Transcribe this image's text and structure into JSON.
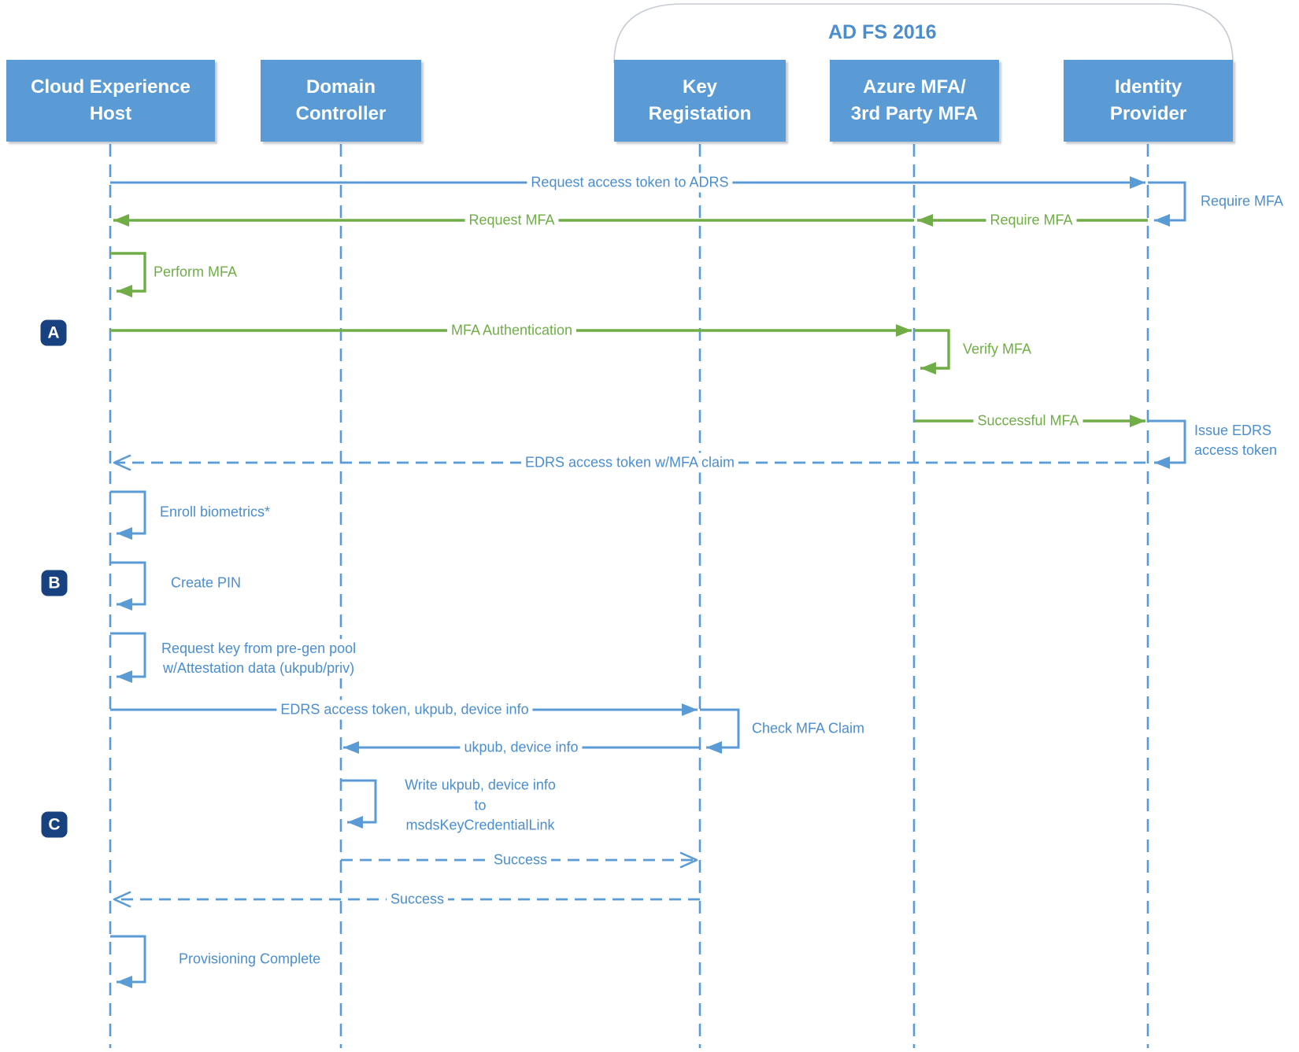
{
  "diagram": {
    "group_label": "AD FS 2016",
    "colors": {
      "actor_fill": "#5b9bd5",
      "blue_line": "#5b9bd5",
      "green_line": "#70ad47",
      "badge_fill": "#17417f"
    },
    "actors": {
      "cloud_experience_host": "Cloud Experience\nHost",
      "domain_controller": "Domain\nController",
      "key_registration": "Key\nRegistation",
      "azure_mfa": "Azure MFA/\n3rd Party MFA",
      "identity_provider": "Identity\nProvider"
    },
    "badges": {
      "a": "A",
      "b": "B",
      "c": "C"
    },
    "messages": {
      "request_access_token": "Request access token to ADRS",
      "require_mfa_note": "Require MFA",
      "require_mfa": "Require MFA",
      "request_mfa": "Request MFA",
      "perform_mfa": "Perform MFA",
      "mfa_authentication": "MFA Authentication",
      "verify_mfa": "Verify MFA",
      "successful_mfa": "Successful MFA",
      "issue_edrs_note": "Issue EDRS\naccess token",
      "edrs_access_token_claim": "EDRS access token w/MFA claim",
      "enroll_biometrics": "Enroll biometrics*",
      "create_pin": "Create PIN",
      "request_key": "Request key from pre-gen pool\nw/Attestation data (ukpub/priv)",
      "edrs_token_ukpub_device": "EDRS access token, ukpub, device info",
      "check_mfa_claim": "Check MFA Claim",
      "ukpub_device_info": "ukpub, device info",
      "write_ukpub": "Write ukpub, device info\nto\nmsdsKeyCredentialLink",
      "success_dc_kr": "Success",
      "success_kr_ceh": "Success",
      "provisioning_complete": "Provisioning Complete"
    }
  }
}
